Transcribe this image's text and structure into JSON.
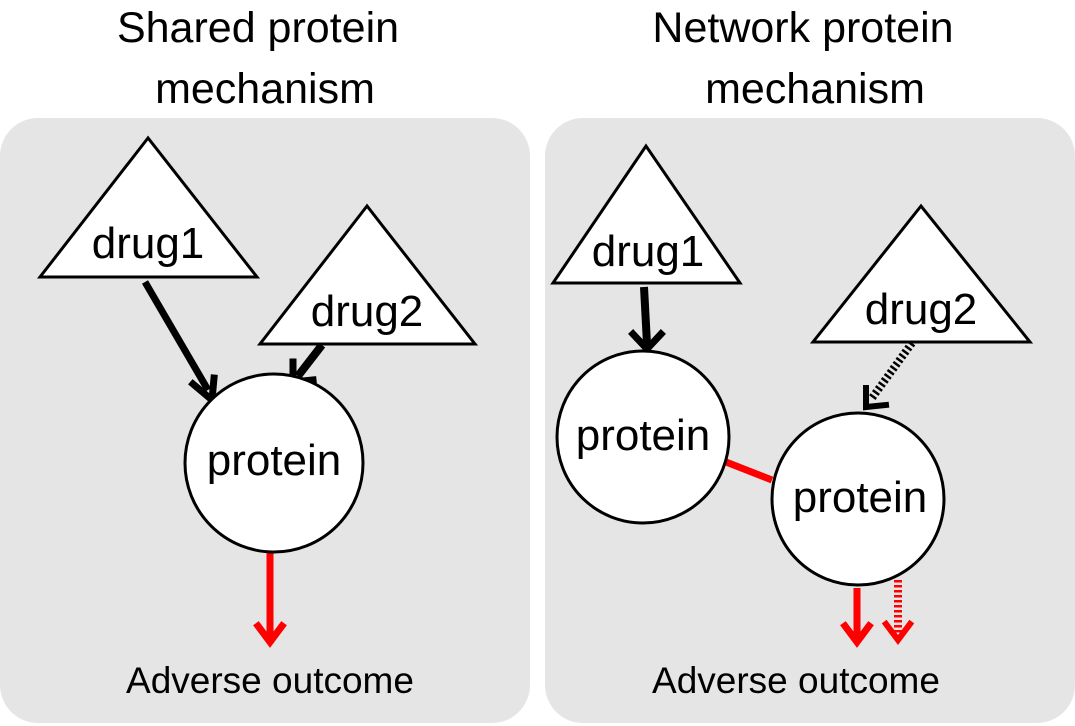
{
  "colors": {
    "panel_bg": "#e5e5e5",
    "node_fill": "#ffffff",
    "stroke": "#000000",
    "adverse": "#ff0000"
  },
  "panels": [
    {
      "title_line1": "Shared protein",
      "title_line2": "mechanism",
      "drug1": "drug1",
      "drug2": "drug2",
      "protein": "protein",
      "outcome": "Adverse outcome"
    },
    {
      "title_line1": "Network protein",
      "title_line2": "mechanism",
      "drug1": "drug1",
      "drug2": "drug2",
      "protein_a": "protein",
      "protein_b": "protein",
      "outcome": "Adverse outcome"
    }
  ]
}
